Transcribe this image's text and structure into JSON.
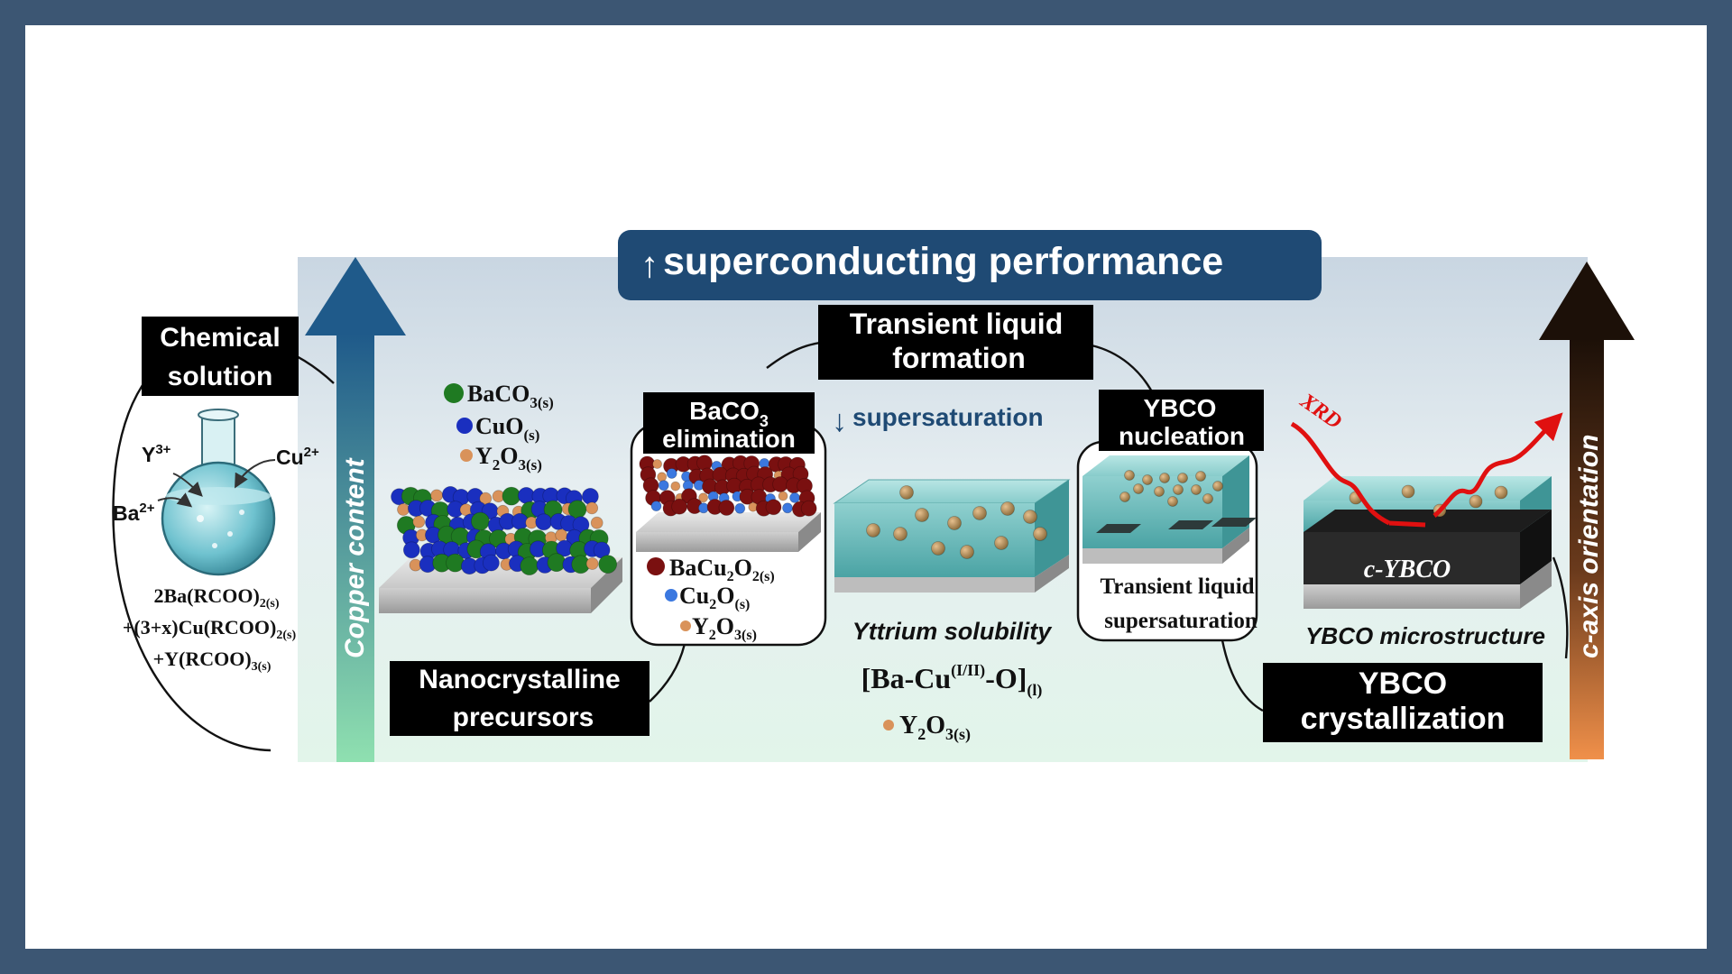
{
  "header": {
    "arrow_glyph": "↑",
    "text": "superconducting performance"
  },
  "left_axis": {
    "label": "Copper content"
  },
  "right_axis": {
    "label": "c-axis orientation"
  },
  "stages": {
    "chemical_solution": [
      "Chemical",
      "solution"
    ],
    "nanocrystalline": [
      "Nanocrystalline",
      "precursors"
    ],
    "transient_liquid": [
      "Transient liquid",
      "formation"
    ],
    "ybco_crystallization": [
      "YBCO",
      "crystallization"
    ],
    "baco3_elimination": {
      "line1": "BaCO",
      "sub": "3",
      "line2": "elimination"
    },
    "ybco_nucleation": [
      "YBCO",
      "nucleation"
    ]
  },
  "ions": {
    "y": "Y",
    "y_sup": "3+",
    "cu": "Cu",
    "cu_sup": "2+",
    "ba": "Ba",
    "ba_sup": "2+"
  },
  "reaction": {
    "line1": {
      "a": "2Ba(RCOO)",
      "b": "2(s)"
    },
    "line2": {
      "a": "+(3+x)Cu(RCOO)",
      "b": "2(s)"
    },
    "line3": {
      "a": "+Y(RCOO)",
      "b": "3(s)"
    }
  },
  "precursor_legend": {
    "baco3": {
      "a": "BaCO",
      "b": "3(s)"
    },
    "cuo": {
      "a": "CuO",
      "b": "(s)"
    },
    "y2o3": {
      "a": "Y",
      "b": "2",
      "c": "O",
      "d": "3(s)"
    }
  },
  "elimination_legend": {
    "bacu2o2": {
      "a": "BaCu",
      "b": "2",
      "c": "O",
      "d": "2(s)"
    },
    "cu2o": {
      "a": "Cu",
      "b": "2",
      "c": "O",
      "d": "(s)"
    },
    "y2o3": {
      "a": "Y",
      "b": "2",
      "c": "O",
      "d": "3(s)"
    }
  },
  "supersaturation": {
    "arrow_glyph": "↓",
    "text": "supersaturation"
  },
  "yttrium_solubility": "Yttrium solubility",
  "liquid_phase": {
    "a": "[Ba-Cu",
    "sup": "(I/II)",
    "b": "-O]",
    "sub": "(l)"
  },
  "y2o3_bottom": {
    "a": "Y",
    "b": "2",
    "c": "O",
    "d": "3(s)"
  },
  "transient_box": [
    "Transient liquid",
    "supersaturation"
  ],
  "xrd": "XRD",
  "c_ybco": "c-YBCO",
  "microstructure": "YBCO microstructure",
  "colors": {
    "frame": "#3c5673",
    "header_bg": "#1f4a74",
    "label_bg": "#000000",
    "baco3": "#1f7a22",
    "cuo": "#1a2fbf",
    "y2o3": "#d9925a",
    "bacu2o2": "#7a1010",
    "cu2o": "#3b78e0",
    "liquid": "#5fb8b8",
    "xrd": "#e01010",
    "copper_arrow_top": "#1f5a8a",
    "copper_arrow_bottom": "#8fe0b0",
    "caxis_arrow_top": "#1c1008",
    "caxis_arrow_bottom": "#f0904a"
  },
  "icons": [
    "flask-icon",
    "xrd-wave-icon"
  ]
}
